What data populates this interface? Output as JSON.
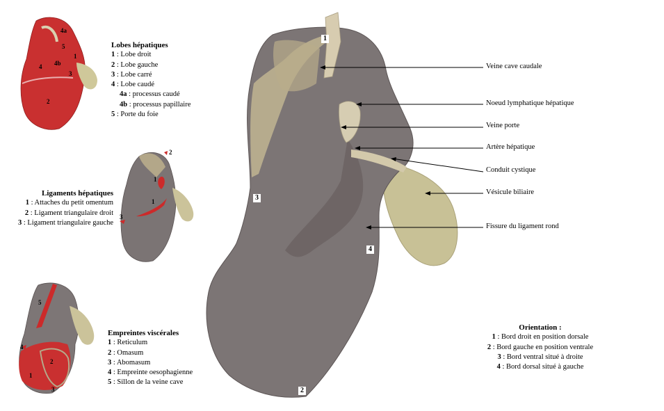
{
  "legend_lobes": {
    "title": "Lobes hépatiques",
    "items": [
      {
        "n": "1",
        "t": " : Lobe droit"
      },
      {
        "n": "2",
        "t": " : Lobe gauche"
      },
      {
        "n": "3",
        "t": " : Lobe carré"
      },
      {
        "n": "4",
        "t": " : Lobe caudé"
      },
      {
        "n": "4a",
        "t": " : processus caudé"
      },
      {
        "n": "4b",
        "t": " : processus papillaire"
      },
      {
        "n": "5",
        "t": " : Porte du foie"
      }
    ]
  },
  "legend_ligaments": {
    "title": "Ligaments hépatiques",
    "items": [
      {
        "n": "1",
        "t": " : Attaches du petit omentum"
      },
      {
        "n": "2",
        "t": " : Ligament triangulaire droit"
      },
      {
        "n": "3",
        "t": " : Ligament triangulaire gauche"
      }
    ]
  },
  "legend_empreintes": {
    "title": "Empreintes viscérales",
    "items": [
      {
        "n": "1",
        "t": " : Reticulum"
      },
      {
        "n": "2",
        "t": " : Omasum"
      },
      {
        "n": "3",
        "t": " : Abomasum"
      },
      {
        "n": "4",
        "t": " : Empreinte oesophagienne"
      },
      {
        "n": "5",
        "t": " : Sillon de la veine cave"
      }
    ]
  },
  "orientation": {
    "title": "Orientation :",
    "items": [
      {
        "n": "1",
        "t": " : Bord droit en position dorsale"
      },
      {
        "n": "2",
        "t": " : Bord gauche en position ventrale"
      },
      {
        "n": "3",
        "t": " : Bord ventral situé à droite"
      },
      {
        "n": "4",
        "t": " : Bord dorsal situé à gauche"
      }
    ]
  },
  "annotations": [
    "Veine cave caudale",
    "Noeud lymphatique hépatique",
    "Veine porte",
    "Artère hépatique",
    "Conduit cystique",
    "Vésicule biliaire",
    "Fissure du ligament rond"
  ],
  "main_tags": [
    "1",
    "2",
    "3",
    "4"
  ],
  "thumb_lobes_labels": [
    "4a",
    "5",
    "1",
    "4",
    "4b",
    "3",
    "2"
  ],
  "thumb_lig_labels": [
    "2",
    "1",
    "1",
    "3"
  ],
  "thumb_emp_labels": [
    "5",
    "4",
    "2",
    "1",
    "3"
  ],
  "colors": {
    "liver": "#7d7676",
    "liver_dark": "#5f5757",
    "gallbladder": "#c9c293",
    "vessel": "#d8cfb6",
    "highlight_red": "#cc2a2a"
  }
}
